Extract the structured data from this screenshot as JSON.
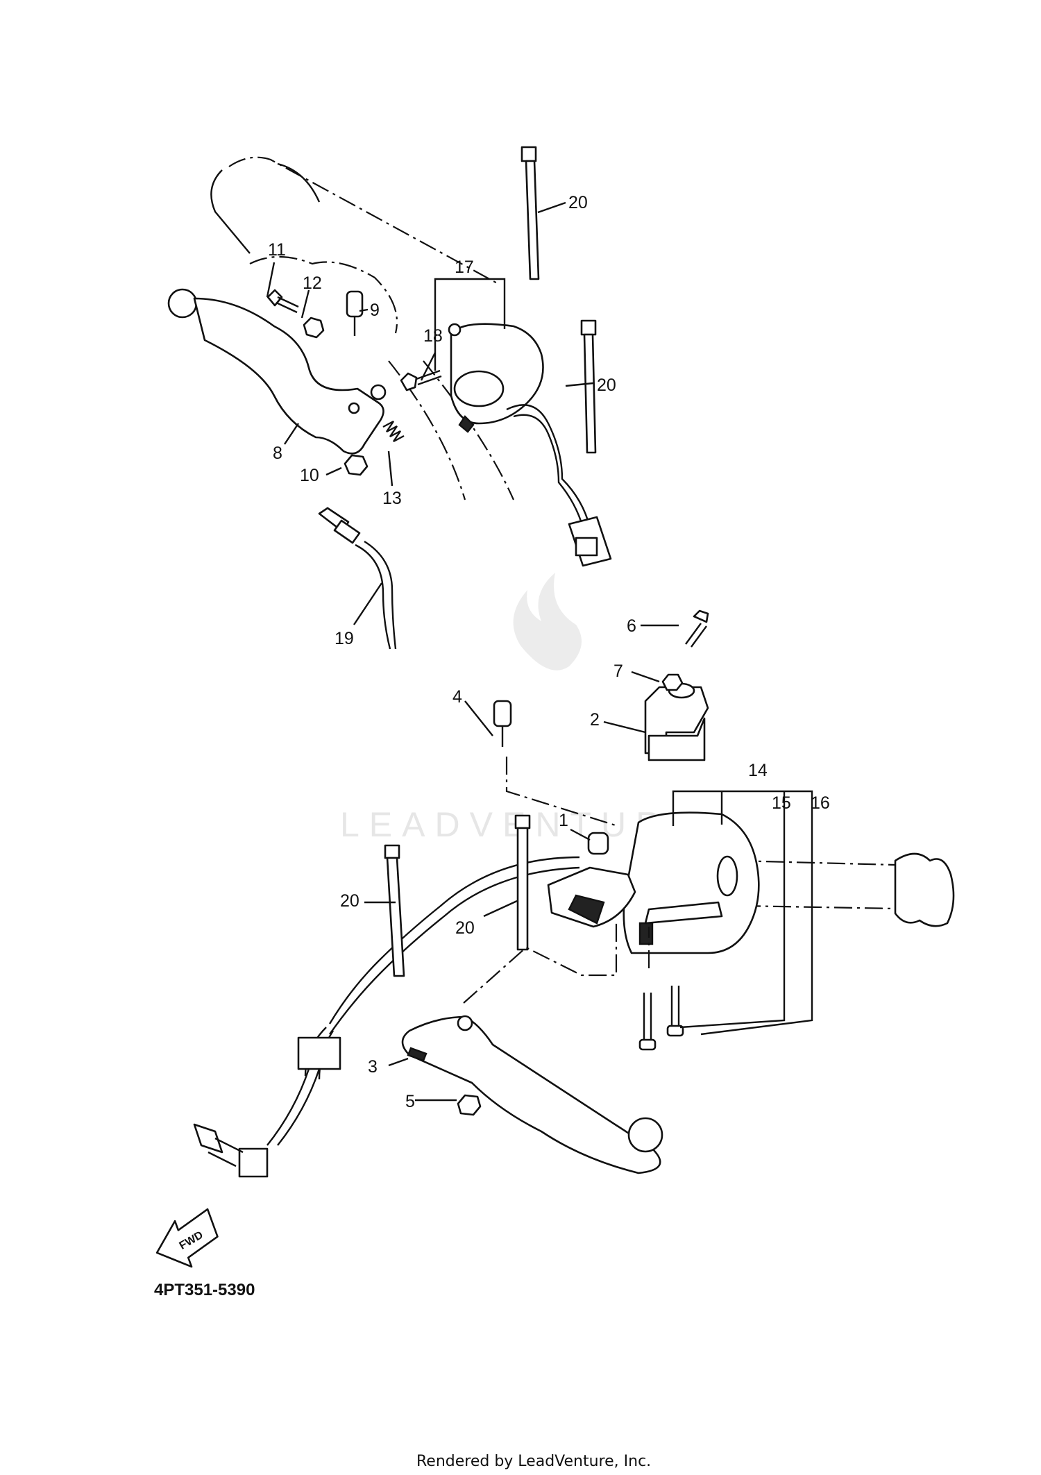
{
  "diagram": {
    "callouts": [
      "1",
      "2",
      "3",
      "4",
      "5",
      "6",
      "7",
      "8",
      "9",
      "10",
      "11",
      "12",
      "13",
      "14",
      "15",
      "16",
      "17",
      "18",
      "19",
      "20"
    ],
    "fwd_label": "FWD",
    "part_code": "4PT351-5390",
    "watermark": "LEADVENTURE",
    "footer": "Rendered by LeadVenture, Inc."
  }
}
